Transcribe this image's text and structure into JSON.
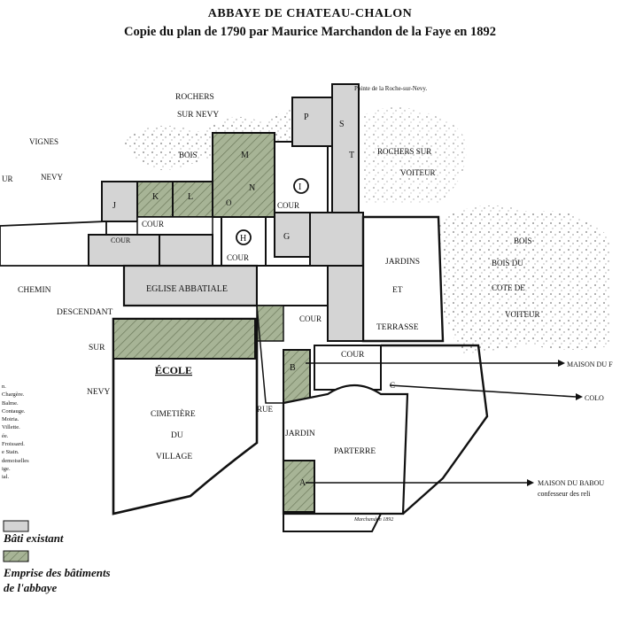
{
  "title": "ABBAYE DE CHATEAU-CHALON",
  "subtitle": "Copie du plan de 1790 par Maurice Marchandon de la Faye en 1892",
  "terrain": {
    "rochers_sur_nevy_1": "ROCHERS",
    "rochers_sur_nevy_2": "SUR NEVY",
    "pointe": "Pointe de la Roche-sur-Nevy.",
    "rochers_sur_voiteur_1": "ROCHERS  SUR",
    "rochers_sur_voiteur_2": "VOITEUR",
    "vignes": "VIGNES",
    "ur": "UR",
    "nevy": "NEVY",
    "bois_1": "BOIS",
    "bois_2": "BOIS",
    "bois_du": "BOIS DU",
    "cote_de": "COTE DE",
    "voiteur": "VOITEUR",
    "chemin": "CHEMIN",
    "descendant": "DESCENDANT",
    "sur": "SUR",
    "nevy_2": "NEVY",
    "rue": "RUE"
  },
  "buildings": {
    "eglise": "EGLISE ABBATIALE",
    "ecole": "ÉCOLE",
    "cimetiere_1": "CIMETIÈRE",
    "cimetiere_2": "DU",
    "cimetiere_3": "VILLAGE",
    "jardins": "JARDINS",
    "et": "ET",
    "terrasse": "TERRASSE",
    "jardin": "JARDIN",
    "parterre": "PARTERRE",
    "cour": "COUR"
  },
  "letters": {
    "J": "J",
    "K": "K",
    "L": "L",
    "M": "M",
    "N": "N",
    "O": "O",
    "P": "P",
    "S": "S",
    "T": "T",
    "G": "G",
    "B": "B",
    "A": "A",
    "C": "C",
    "H": "H",
    "I": "I"
  },
  "arrows": {
    "maison_f": "MAISON DU F",
    "colo": "COLO",
    "maison_babou": "MAISON DU BABOU",
    "confesseur": "confesseur des reli"
  },
  "side_notes": [
    "n.",
    "Chargère.",
    "Balme.",
    "Contauge.",
    "Moiria.",
    "Villette.",
    "ée.",
    "Froissard.",
    "e Stain.",
    "demoiselles",
    "ige.",
    "",
    "ial."
  ],
  "signature": "Marchandon 1892",
  "legend": {
    "bati": "Bâti existant",
    "emprise_1": "Emprise des bâtiments",
    "emprise_2": "de l'abbaye"
  },
  "colors": {
    "hatch": "#a7b496",
    "existing": "#d4d4d4",
    "ink": "#111111"
  }
}
